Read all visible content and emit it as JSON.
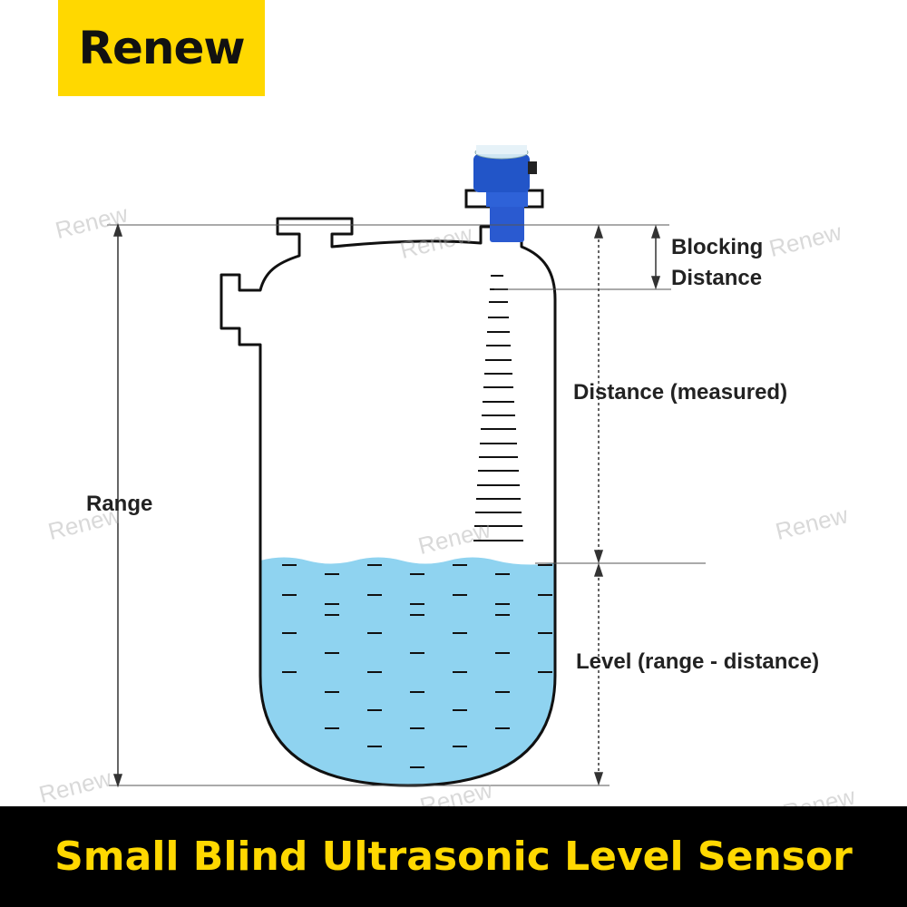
{
  "brand": {
    "logo_text": "Renew"
  },
  "watermark": {
    "text": "Renew"
  },
  "diagram": {
    "labels": {
      "blocking_line1": "Blocking",
      "blocking_line2": "Distance",
      "distance": "Distance (measured)",
      "range": "Range",
      "level": "Level (range - distance)"
    },
    "colors": {
      "liquid": "#8fd3f0",
      "sensor": "#2255c8",
      "outline": "#111111"
    }
  },
  "footer": {
    "title": "Small Blind Ultrasonic Level Sensor"
  }
}
